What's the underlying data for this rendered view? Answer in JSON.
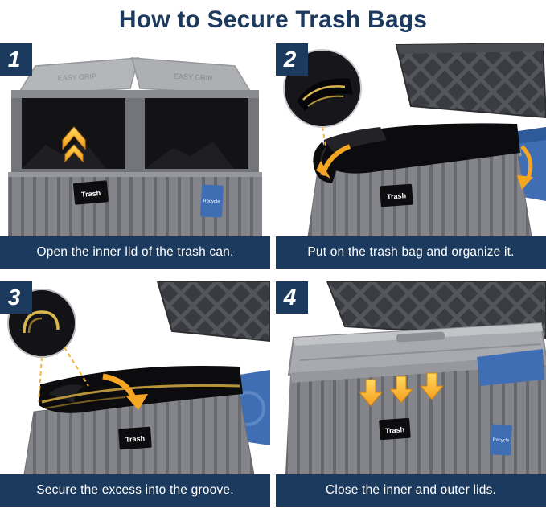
{
  "title": "How to Secure Trash Bags",
  "steps": [
    {
      "number": "1",
      "caption": "Open the inner lid of the trash can."
    },
    {
      "number": "2",
      "caption": "Put on the trash bag and organize it."
    },
    {
      "number": "3",
      "caption": "Secure the excess into the groove."
    },
    {
      "number": "4",
      "caption": "Close the inner and outer lids."
    }
  ],
  "illustration_labels": {
    "trash_tag": "Trash",
    "recycle_tag": "Recycle",
    "lid_text": "EASY GRIP"
  },
  "colors": {
    "navy": "#1B3A5E",
    "arrow_orange": "#F5A623",
    "box_gray": "#85868B",
    "recycle_blue": "#3F6EB4",
    "background": "#FFFFFF"
  }
}
